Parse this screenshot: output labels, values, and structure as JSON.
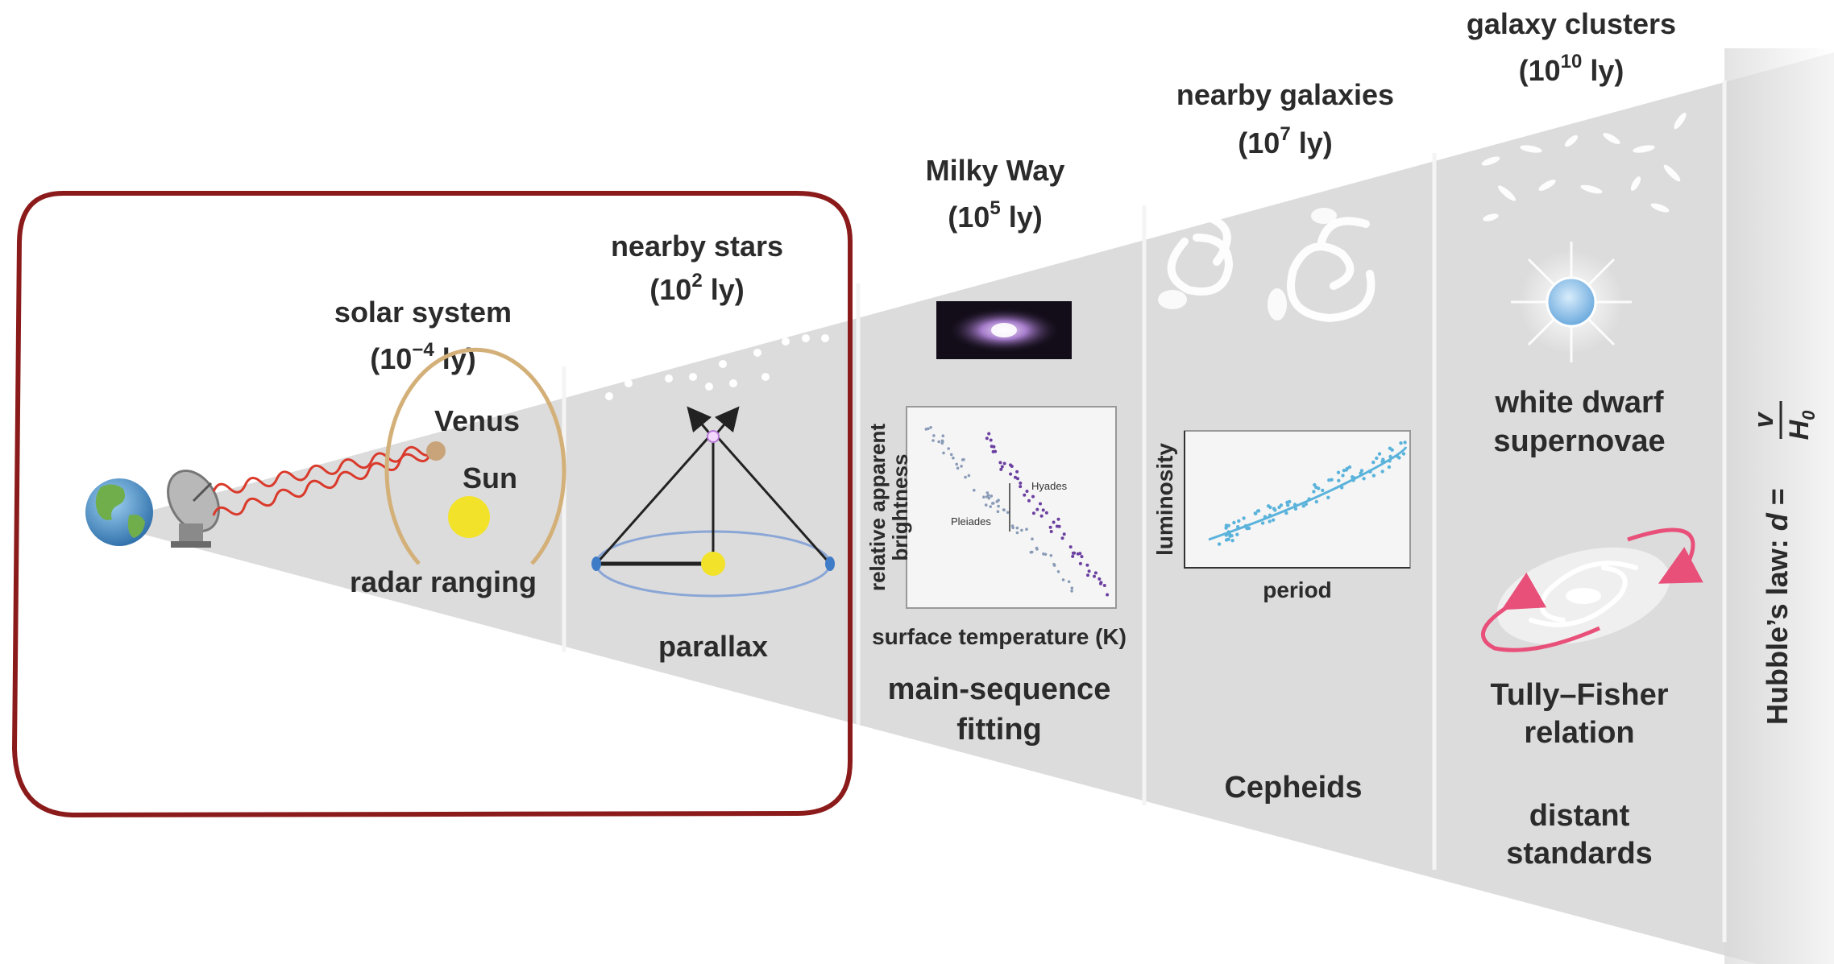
{
  "regions": [
    {
      "name": "solar system",
      "scale_base": "10",
      "scale_exp": "−4",
      "scale_unit": "ly",
      "methods": [
        "radar ranging"
      ]
    },
    {
      "name": "nearby stars",
      "scale_base": "10",
      "scale_exp": "2",
      "scale_unit": "ly",
      "methods": [
        "parallax"
      ]
    },
    {
      "name": "Milky Way",
      "scale_base": "10",
      "scale_exp": "5",
      "scale_unit": "ly",
      "methods": [
        "main-sequence",
        "fitting"
      ]
    },
    {
      "name": "nearby galaxies",
      "scale_base": "10",
      "scale_exp": "7",
      "scale_unit": "ly",
      "methods": [
        "Cepheids"
      ]
    },
    {
      "name": "galaxy clusters",
      "scale_base": "10",
      "scale_exp": "10",
      "scale_unit": "ly",
      "methods": [
        "white dwarf",
        "supernovae",
        "Tully–Fisher",
        "relation",
        "distant",
        "standards"
      ]
    }
  ],
  "solar_labels": {
    "venus": "Venus",
    "sun": "Sun"
  },
  "hr_plot": {
    "ylabel_1": "relative apparent",
    "ylabel_2": "brightness",
    "xlabel": "surface temperature (K)",
    "cluster_1": "Pleiades",
    "cluster_2": "Hyades"
  },
  "cepheid_plot": {
    "ylabel": "luminosity",
    "xlabel": "period"
  },
  "hubble": {
    "prefix": "Hubble’s law: ",
    "d": "d",
    "eq": " = ",
    "v": "v",
    "H": "H",
    "sub": "0"
  },
  "colors": {
    "cone": "#dcdcdc",
    "highlight_box": "#8b1a1a",
    "radar": "#d93a2b",
    "sun": "#f2e22a",
    "cepheid_points": "#5bb3db",
    "tully_arrow": "#e8507a"
  }
}
